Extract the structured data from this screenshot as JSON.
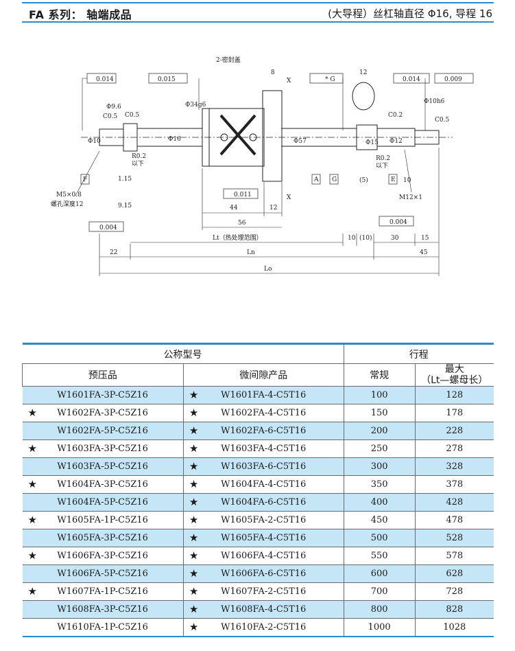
{
  "header": {
    "title": "FA 系列： 轴端成品",
    "subtitle": "(大导程）丝杠轴直径 Φ16, 导程 16"
  },
  "drawing": {
    "labels": {
      "seal_cover": "2-密封盖",
      "tol_0014_a_left": "0.014",
      "tol_0015_a": "0.015",
      "tol_0014_a_right": "0.014",
      "tol_0009_e": "0.009",
      "datum_a": "A",
      "datum_e": "E",
      "datum_f": "F",
      "datum_g": "G",
      "datum_star": "* G",
      "dim_8": "8",
      "dim_12_top": "12",
      "phi34": "Φ34g6",
      "phi96": "Φ9.6",
      "phi10_left": "Φ10",
      "phi16_shaft": "Φ16",
      "phi57": "Φ57",
      "phi12": "Φ12",
      "phi10_right": "Φ10h6",
      "phi_small": "Φ15",
      "c05_a": "C0.5",
      "c05_b": "C0.5",
      "c02": "C0.2",
      "c05_c": "C0.5",
      "r02_left": "R0.2",
      "below_left": "以下",
      "r02_right": "R0.2",
      "below_right": "以下",
      "dim_115": "1.15",
      "dim_915": "9.15",
      "m5": "M5×0.8",
      "screw_depth": "螺孔深度12",
      "m12": "M12×1",
      "perp_0011": "0.011",
      "perp_0004_f": "0.004",
      "perp_0004_e": "0.004",
      "dim_44": "44",
      "dim_12_mid": "12",
      "dim_56": "56",
      "lt": "Lt（热处理范围）",
      "dim_10a": "10",
      "dim_10b": "(10)",
      "dim_30": "30",
      "dim_15": "15",
      "dim_5": "(5)",
      "dim_10_thread": "10",
      "dim_22": "22",
      "ln": "Ln",
      "dim_45": "45",
      "lo": "Lo",
      "x_mark": "X"
    }
  },
  "table": {
    "header_model": "公称型号",
    "header_stroke": "行程",
    "header_preload": "预压品",
    "header_micro": "微间隙产品",
    "header_normal": "常规",
    "header_max_line1": "最大",
    "header_max_line2": "（Lt—螺母长）",
    "rows": [
      {
        "preload_star": "",
        "preload": "W1601FA-3P-C5Z16",
        "micro_star": "★",
        "micro": "W1601FA-4-C5T16",
        "normal": "100",
        "max": "128"
      },
      {
        "preload_star": "★",
        "preload": "W1602FA-3P-C5Z16",
        "micro_star": "★",
        "micro": "W1602FA-4-C5T16",
        "normal": "150",
        "max": "178"
      },
      {
        "preload_star": "",
        "preload": "W1602FA-5P-C5Z16",
        "micro_star": "★",
        "micro": "W1602FA-6-C5T16",
        "normal": "200",
        "max": "228"
      },
      {
        "preload_star": "★",
        "preload": "W1603FA-3P-C5Z16",
        "micro_star": "★",
        "micro": "W1603FA-4-C5T16",
        "normal": "250",
        "max": "278"
      },
      {
        "preload_star": "",
        "preload": "W1603FA-5P-C5Z16",
        "micro_star": "★",
        "micro": "W1603FA-6-C5T16",
        "normal": "300",
        "max": "328"
      },
      {
        "preload_star": "★",
        "preload": "W1604FA-3P-C5Z16",
        "micro_star": "★",
        "micro": "W1604FA-4-C5T16",
        "normal": "350",
        "max": "378"
      },
      {
        "preload_star": "",
        "preload": "W1604FA-5P-C5Z16",
        "micro_star": "★",
        "micro": "W1604FA-6-C5T16",
        "normal": "400",
        "max": "428"
      },
      {
        "preload_star": "★",
        "preload": "W1605FA-1P-C5Z16",
        "micro_star": "★",
        "micro": "W1605FA-2-C5T16",
        "normal": "450",
        "max": "478"
      },
      {
        "preload_star": "",
        "preload": "W1605FA-3P-C5Z16",
        "micro_star": "★",
        "micro": "W1605FA-4-C5T16",
        "normal": "500",
        "max": "528"
      },
      {
        "preload_star": "★",
        "preload": "W1606FA-3P-C5Z16",
        "micro_star": "★",
        "micro": "W1606FA-4-C5T16",
        "normal": "550",
        "max": "578"
      },
      {
        "preload_star": "",
        "preload": "W1606FA-5P-C5Z16",
        "micro_star": "★",
        "micro": "W1606FA-6-C5T16",
        "normal": "600",
        "max": "628"
      },
      {
        "preload_star": "★",
        "preload": "W1607FA-1P-C5Z16",
        "micro_star": "★",
        "micro": "W1607FA-2-C5T16",
        "normal": "700",
        "max": "728"
      },
      {
        "preload_star": "",
        "preload": "W1608FA-3P-C5Z16",
        "micro_star": "★",
        "micro": "W1608FA-4-C5T16",
        "normal": "800",
        "max": "828"
      },
      {
        "preload_star": "",
        "preload": "W1610FA-1P-C5Z16",
        "micro_star": "★",
        "micro": "W1610FA-2-C5T16",
        "normal": "1000",
        "max": "1028"
      }
    ]
  },
  "colors": {
    "accent": "#2a8bc8",
    "row_fill": "#c5e6f6"
  }
}
